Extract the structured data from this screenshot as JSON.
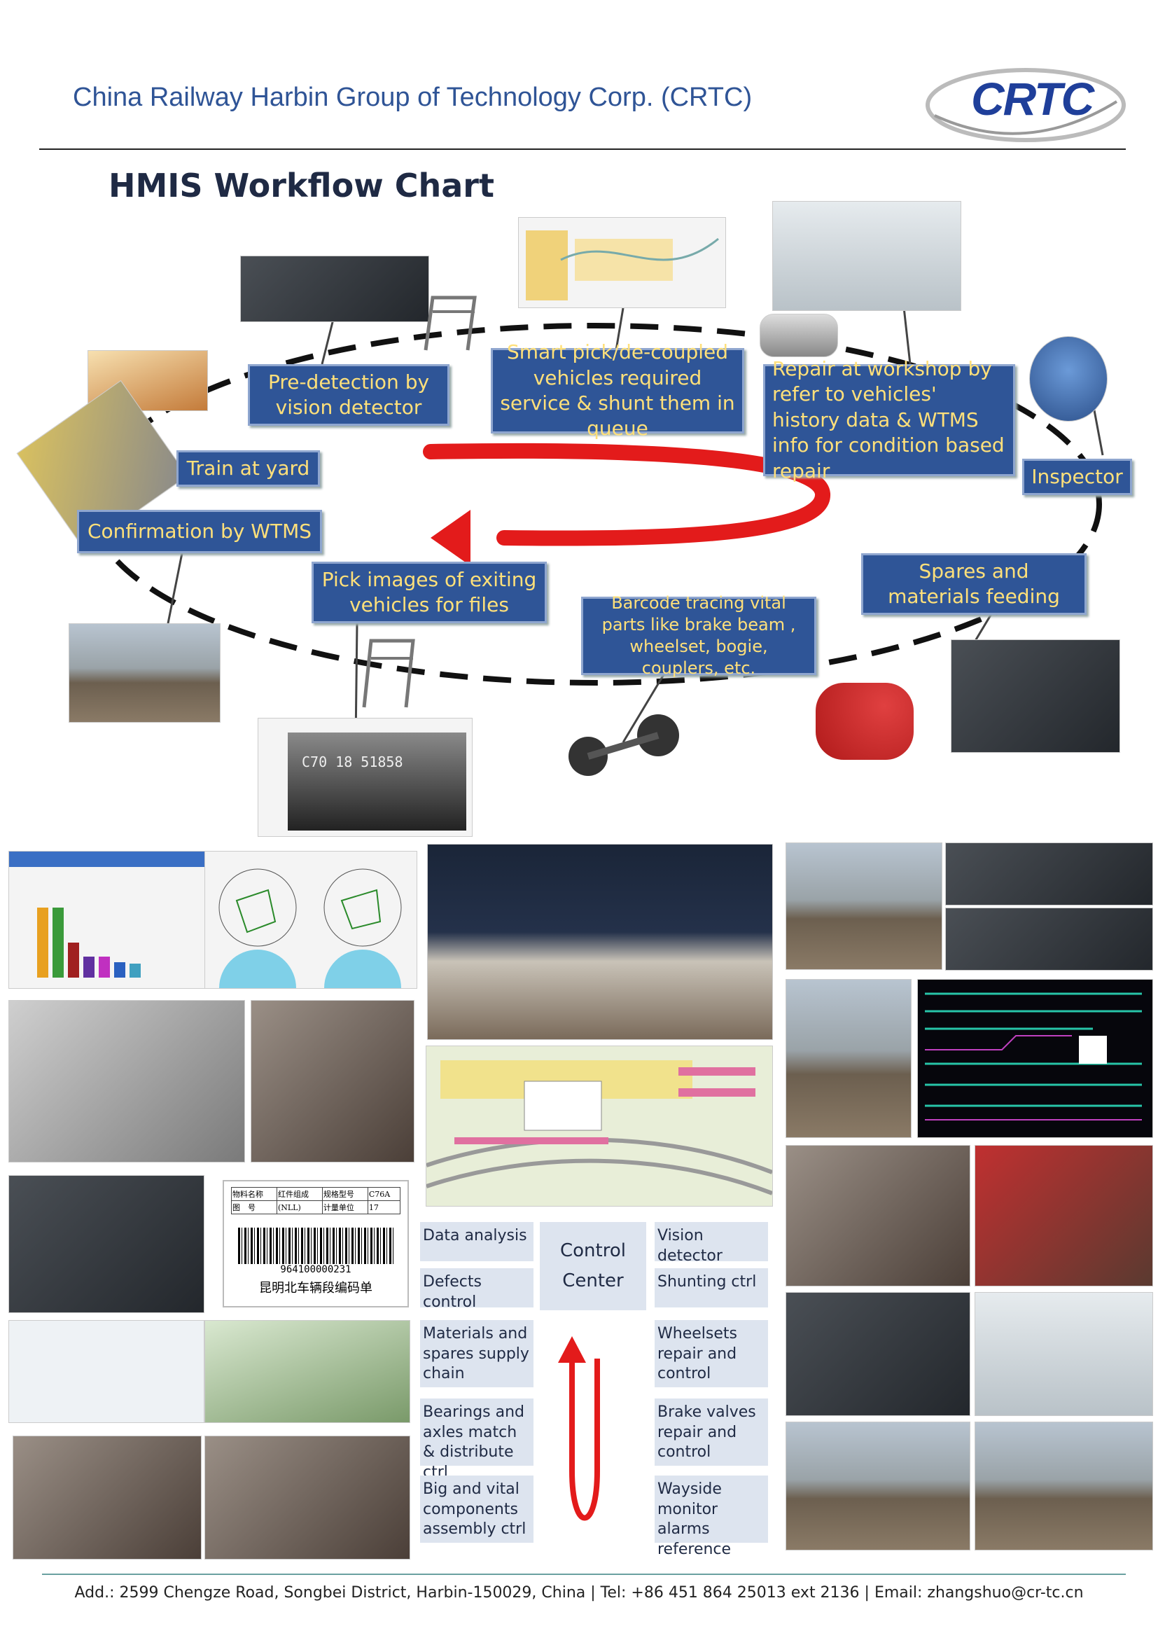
{
  "header": {
    "company": "China Railway Harbin Group of Technology Corp. (CRTC)",
    "logo_text": "CRTC"
  },
  "title": "HMIS Workflow Chart",
  "workflow": {
    "pre_detection": "Pre-detection by vision detector",
    "smart_pick": "Smart pick/de-coupled vehicles required service & shunt them in queue",
    "repair": "Repair at workshop by refer to vehicles' history data & WTMS info for condition based repair",
    "inspector": "Inspector",
    "train_at_yard": "Train at yard",
    "confirmation": "Confirmation  by WTMS",
    "pick_images": "Pick images of exiting vehicles for files",
    "barcode": "Barcode tracing  vital parts like brake beam , wheelset, bogie, couplers,  etc.",
    "spares": "Spares and materials feeding"
  },
  "images": {
    "barcode_number": "964100000231",
    "barcode_caption": "昆明北车辆段编码单",
    "barcode_table": [
      "物料名称",
      "红件组成",
      "规格型号",
      "C76A",
      "图　号",
      "(NLL)",
      "计量单位",
      "17"
    ],
    "screen_plate": "C70 18  51858"
  },
  "control": {
    "left": [
      "Data analysis",
      "Defects control",
      "Materials and spares supply chain",
      "Bearings and axles match & distribute ctrl",
      "Big and vital components assembly ctrl"
    ],
    "center": "Control Center",
    "right": [
      "Vision detector",
      "Shunting ctrl",
      "Wheelsets repair and control",
      "Brake valves repair and control",
      "Wayside monitor alarms reference"
    ]
  },
  "footer": "Add.: 2599 Chengze Road, Songbei District, Harbin-150029, China | Tel: +86 451 864 25013 ext 2136 | Email: zhangshuo@cr-tc.cn",
  "colors": {
    "box_bg": "#2f5597",
    "box_text": "#ffe07a",
    "arrow": "#e31b1b",
    "brand": "#1f3f9a"
  }
}
